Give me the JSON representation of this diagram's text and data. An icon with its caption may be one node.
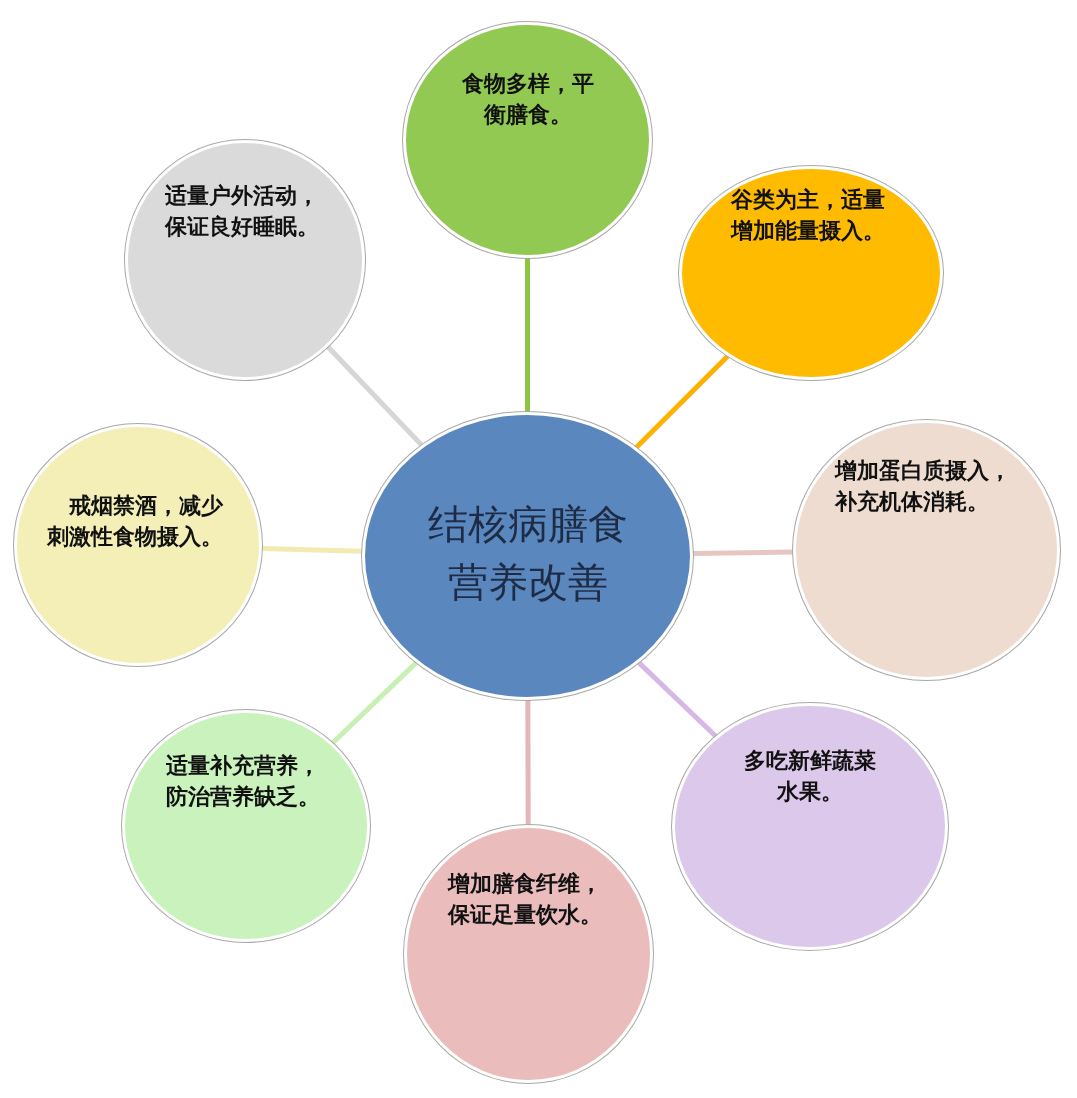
{
  "diagram": {
    "nodes": [
      {
        "text": [
          "结核病膳食营养改善"
        ]
      },
      {
        "text": [
          "食物多样，平衡膳食。"
        ]
      },
      {
        "text": [
          "谷类为主，适量增加能量摄入。"
        ]
      },
      {
        "text": [
          "增加蛋白质摄入，补充机体消耗。"
        ]
      },
      {
        "text": [
          "多吃新鲜蔬菜水果。"
        ]
      },
      {
        "text": [
          "增加膳食纤维，保证足量饮水。"
        ]
      },
      {
        "text": [
          "适量补充营养，防治营养缺乏。"
        ]
      },
      {
        "text": [
          "戒烟禁酒，减少刺激性食物摄入。"
        ]
      },
      {
        "text": [
          "适量户外活动，保证良好睡眠。"
        ]
      }
    ],
    "edges": [
      {
        "from": 0,
        "to": 1,
        "arrow": "none",
        "color": "#8cc63f"
      },
      {
        "from": 0,
        "to": 2,
        "arrow": "none",
        "color": "#ffb000"
      },
      {
        "from": 0,
        "to": 3,
        "arrow": "none",
        "color": "#e6c7c0"
      },
      {
        "from": 0,
        "to": 4,
        "arrow": "none",
        "color": "#d5b8e6"
      },
      {
        "from": 0,
        "to": 5,
        "arrow": "none",
        "color": "#e5b5b8"
      },
      {
        "from": 0,
        "to": 6,
        "arrow": "none",
        "color": "#c8f0b4"
      },
      {
        "from": 0,
        "to": 7,
        "arrow": "none",
        "color": "#f2eab0"
      },
      {
        "from": 0,
        "to": 8,
        "arrow": "none",
        "color": "#d6d6d6"
      }
    ]
  }
}
